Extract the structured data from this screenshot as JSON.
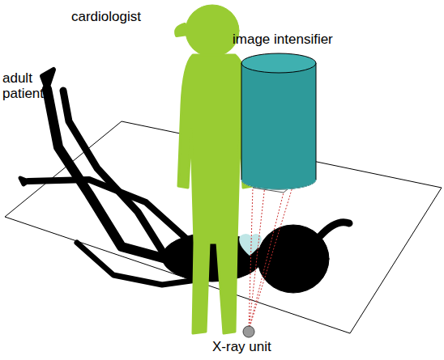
{
  "diagram": {
    "labels": [
      "cardiologist",
      "adult patient",
      "image intensifier",
      "X-ray unit"
    ]
  }
}
